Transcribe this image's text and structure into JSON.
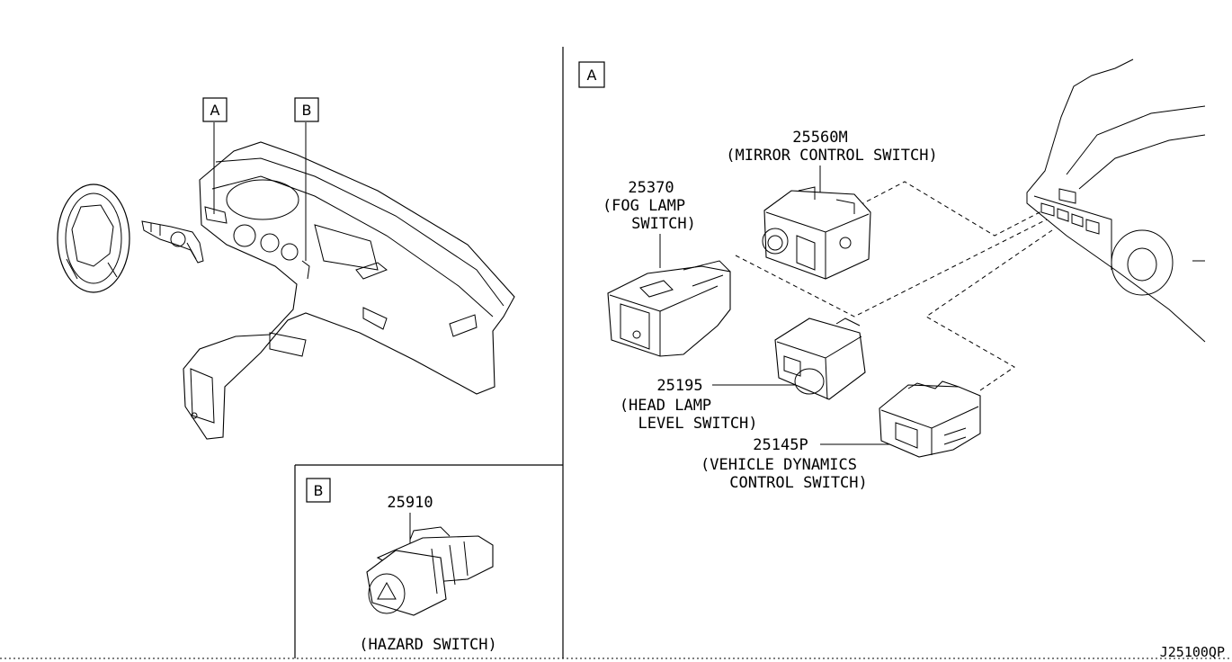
{
  "callouts": {
    "overview_a": "A",
    "overview_b": "B",
    "panel_a": "A",
    "panel_b": "B"
  },
  "parts": {
    "mirror": {
      "number": "25560M",
      "name": "(MIRROR CONTROL SWITCH)"
    },
    "fog": {
      "number": "25370",
      "name_line1": "(FOG LAMP",
      "name_line2": "SWITCH)"
    },
    "headlamp": {
      "number": "25195",
      "name_line1": "(HEAD LAMP",
      "name_line2": "LEVEL SWITCH)"
    },
    "vdc": {
      "number": "25145P",
      "name_line1": "(VEHICLE DYNAMICS",
      "name_line2": "CONTROL SWITCH)"
    },
    "hazard": {
      "number": "25910",
      "name": "(HAZARD SWITCH)"
    }
  },
  "diagram_code": "J25100QP"
}
